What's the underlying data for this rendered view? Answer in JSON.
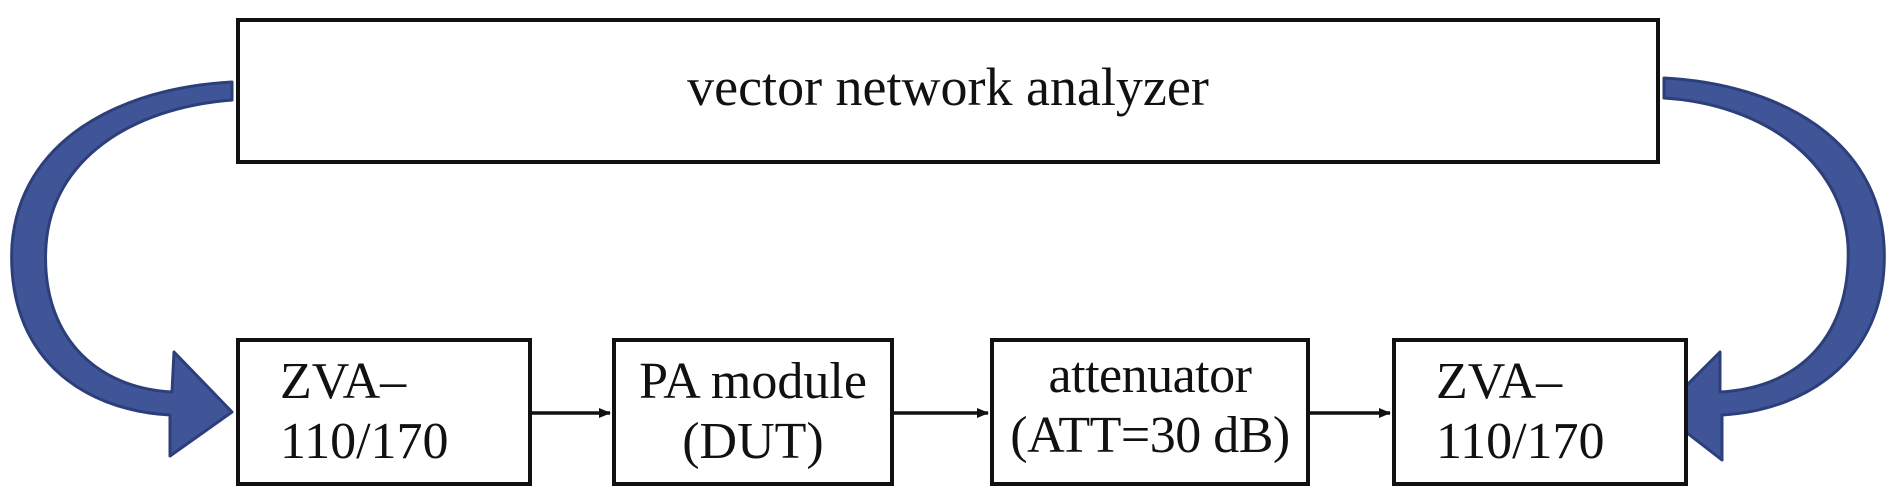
{
  "diagram": {
    "analyzer": {
      "label": "vector network analyzer"
    },
    "blocks": [
      {
        "id": "zva-left",
        "lines": [
          "ZVA–",
          "110/170"
        ]
      },
      {
        "id": "pa-module",
        "lines": [
          "PA module",
          "(DUT)"
        ]
      },
      {
        "id": "attenuator",
        "lines": [
          "attenuator",
          "(ATT=30 dB)"
        ]
      },
      {
        "id": "zva-right",
        "lines": [
          "ZVA–",
          "110/170"
        ]
      }
    ],
    "colors": {
      "curved_arrow": "#3f5597",
      "curved_arrow_edge": "#2c3f7a",
      "box_border": "#111111",
      "signal_arrow": "#111111"
    }
  }
}
